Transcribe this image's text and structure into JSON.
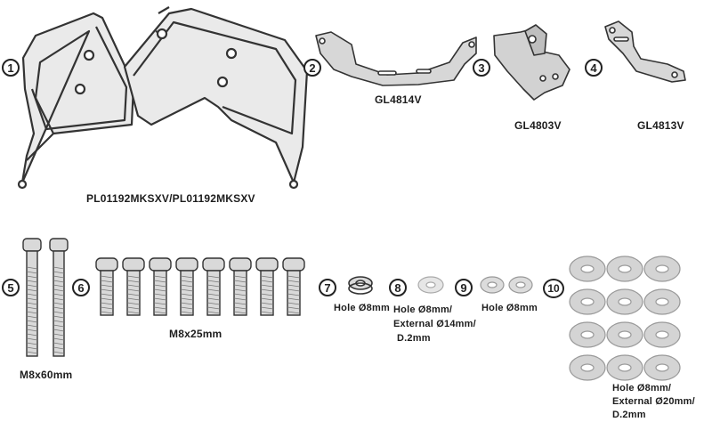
{
  "items": [
    {
      "num": "1"
    },
    {
      "num": "2"
    },
    {
      "num": "3"
    },
    {
      "num": "4"
    },
    {
      "num": "5"
    },
    {
      "num": "6"
    },
    {
      "num": "7"
    },
    {
      "num": "8"
    },
    {
      "num": "9"
    },
    {
      "num": "10"
    }
  ],
  "labels": {
    "frames": "PL01192MKSXV/PL01192MKSXV",
    "plate_2": "GL4814V",
    "plate_3": "GL4803V",
    "plate_4": "GL4813V",
    "bolt_long": "M8x60mm",
    "bolt_short": "M8x25mm",
    "washer_7": "Hole Ø8mm",
    "washer_8_line1": "Hole Ø8mm/",
    "washer_8_line2": "External Ø14mm/",
    "washer_8_line3": "D.2mm",
    "washer_9": "Hole Ø8mm",
    "washer_10_line1": "Hole Ø8mm/",
    "washer_10_line2": "External Ø20mm/",
    "washer_10_line3": "D.2mm"
  },
  "colors": {
    "outline": "#333333",
    "fill": "#d7d7d7",
    "washer": "#cfcfcf"
  }
}
